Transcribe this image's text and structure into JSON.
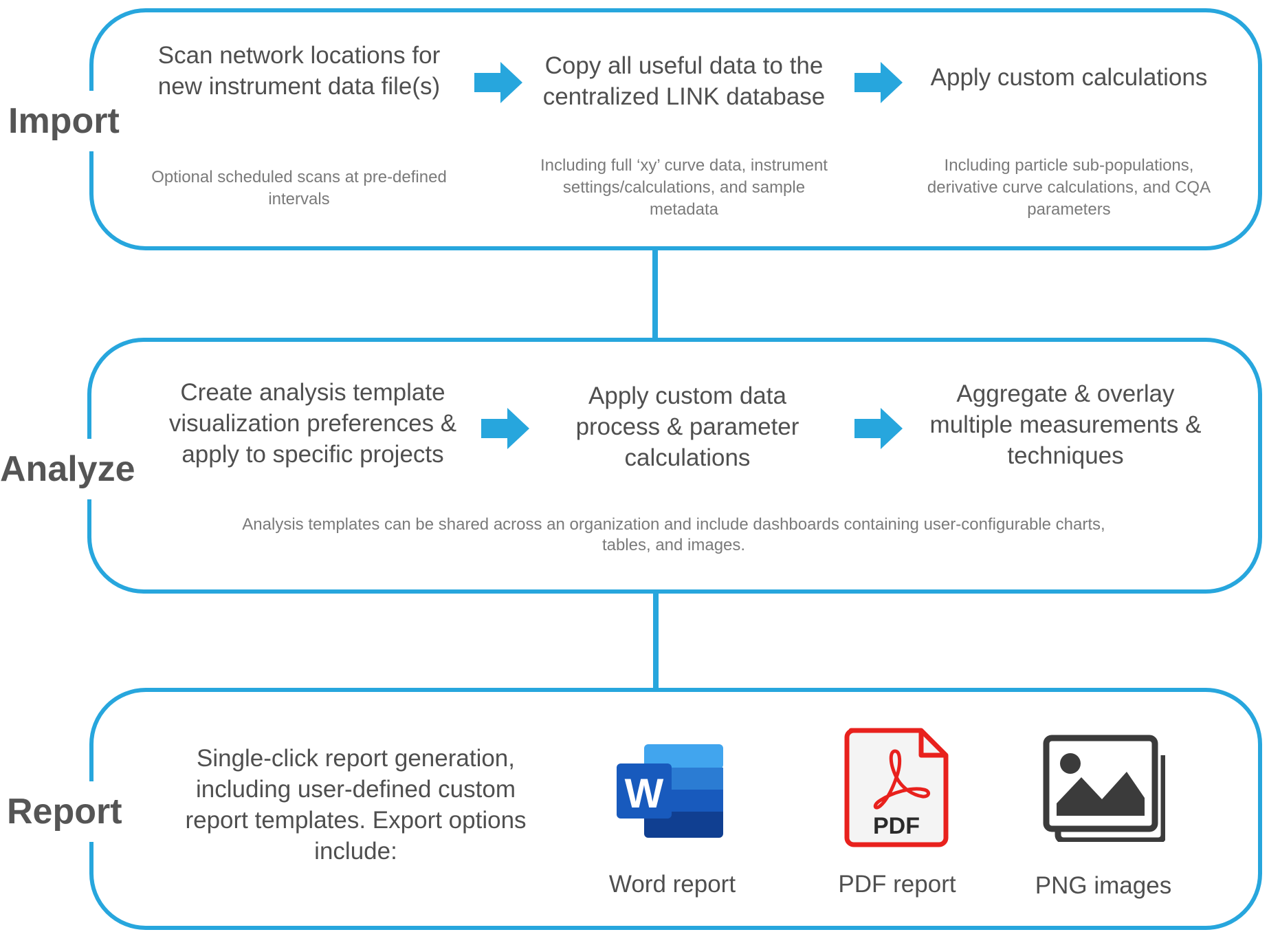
{
  "stages": {
    "import": {
      "label": "Import",
      "steps": [
        {
          "main": "Scan network locations for new instrument data file(s)",
          "sub": "Optional scheduled scans at pre-defined intervals"
        },
        {
          "main": "Copy all useful data to the centralized LINK database",
          "sub": "Including full ‘xy’ curve data, instrument settings/calculations, and sample metadata"
        },
        {
          "main": "Apply custom calculations",
          "sub": "Including particle sub-populations, derivative curve calculations, and CQA parameters"
        }
      ]
    },
    "analyze": {
      "label": "Analyze",
      "steps": [
        {
          "main": "Create analysis template visualization preferences & apply to specific projects"
        },
        {
          "main": "Apply custom data process & parameter calculations"
        },
        {
          "main": "Aggregate & overlay multiple measurements & techniques"
        }
      ],
      "note": "Analysis templates can be shared across an organization and include dashboards containing user-configurable charts, tables, and images."
    },
    "report": {
      "label": "Report",
      "description": "Single-click report generation, including user-defined custom report templates. Export options include:",
      "exports": [
        {
          "label": "Word report",
          "icon": "word-icon"
        },
        {
          "label": "PDF report",
          "icon": "pdf-icon",
          "icon_text": "PDF"
        },
        {
          "label": "PNG images",
          "icon": "png-images-icon"
        }
      ]
    }
  },
  "colors": {
    "accent": "#27a6dd",
    "text": "#4f4f4f",
    "subtext": "#7a7a7a",
    "pdf_red": "#e8211d"
  }
}
